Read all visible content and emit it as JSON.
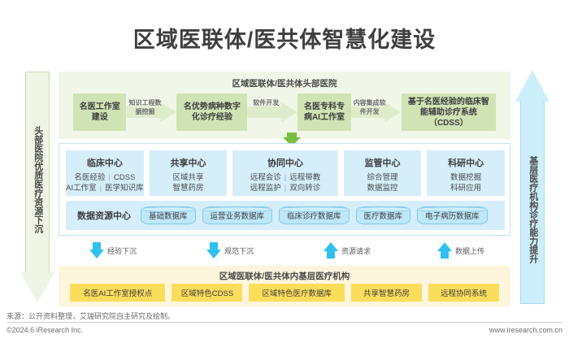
{
  "title": "区域医联体/医共体智慧化建设",
  "left_arrow": {
    "label": "头部医院优质医疗资源下沉",
    "color": "#eef5e4"
  },
  "right_arrow": {
    "label": "基层医疗机构诊疗能力提升",
    "color": "#cdeefb"
  },
  "top_panel": {
    "header": "区域医联体/医共体头部医院",
    "color": "#f1f7e8",
    "boxes": [
      {
        "label": "名医工作室建设"
      },
      {
        "label": "名优势病种数字化诊疗经验"
      },
      {
        "label": "名医专科专病AI工作室"
      },
      {
        "label": "基于名医经验的临床智能辅助诊疗系统（CDSS）"
      }
    ],
    "arrows": [
      {
        "label": "知识工程数据挖掘"
      },
      {
        "label": "软件开发"
      },
      {
        "label": "内容集成软件开发"
      }
    ]
  },
  "middle_panel": {
    "centers": [
      {
        "title": "临床中心",
        "rows": [
          [
            "名医经验",
            "CDSS"
          ],
          [
            "AI工作室",
            "医学知识库"
          ]
        ]
      },
      {
        "title": "共享中心",
        "rows": [
          [
            "区域共享"
          ],
          [
            "智慧药房"
          ]
        ]
      },
      {
        "title": "协同中心",
        "rows": [
          [
            "远程会诊",
            "远程带教"
          ],
          [
            "远程监护",
            "双向转诊"
          ]
        ]
      },
      {
        "title": "监管中心",
        "rows": [
          [
            "综合管理"
          ],
          [
            "数据监控"
          ]
        ]
      },
      {
        "title": "科研中心",
        "rows": [
          [
            "数据挖掘"
          ],
          [
            "科研应用"
          ]
        ]
      }
    ],
    "data_center": {
      "title": "数据资源中心",
      "databases": [
        "基础数据库",
        "运营业务数据库",
        "临床诊疗数据库",
        "医疗数据库",
        "电子病历数据库"
      ]
    }
  },
  "flow_arrows": [
    {
      "label": "经验下沉",
      "direction": "down"
    },
    {
      "label": "规范下沉",
      "direction": "down"
    },
    {
      "label": "资源请求",
      "direction": "up"
    },
    {
      "label": "数据上传",
      "direction": "up"
    }
  ],
  "bottom_panel": {
    "header": "区域医联体/医共体内基层医疗机构",
    "color": "#fdf6dd",
    "boxes": [
      "名医AI工作室授权点",
      "区域特色CDSS",
      "区域特色医疗数据库",
      "共享智慧药房",
      "远程协同系统"
    ]
  },
  "footer": {
    "source": "来源：公开资料整理，艾瑞研究院自主研究及绘制。",
    "copyright": "©2024.6 iResearch Inc.",
    "website": "www.iresearch.com.cn"
  }
}
